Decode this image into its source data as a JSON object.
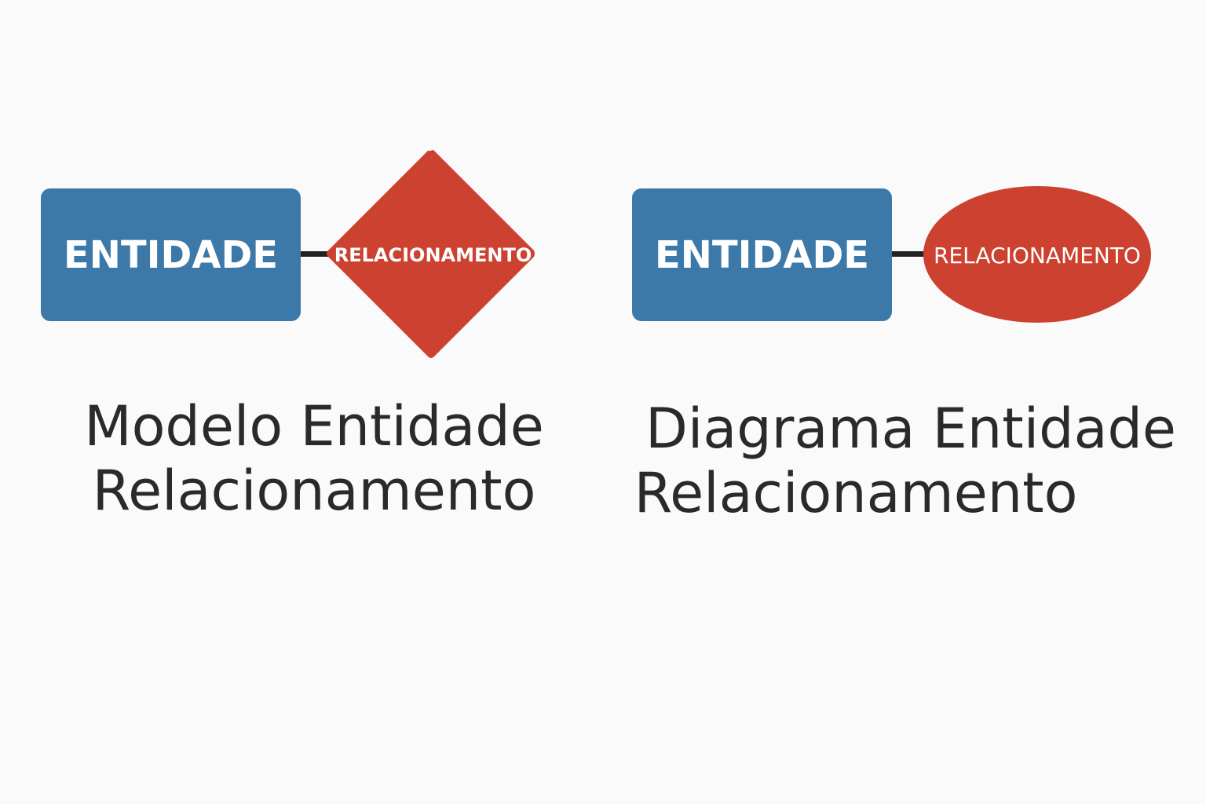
{
  "left": {
    "entity_label": "ENTIDADE",
    "relationship_label": "RELACIONAMENTO",
    "relationship_shape": "diamond",
    "title_line1": "Modelo Entidade",
    "title_line2": "Relacionamento"
  },
  "right": {
    "entity_label": "ENTIDADE",
    "relationship_label": "RELACIONAMENTO",
    "relationship_shape": "ellipse",
    "title_line1": "Diagrama Entidade",
    "title_line2": "Relacionamento"
  },
  "colors": {
    "entity": "#3d79a8",
    "relationship": "#cc4130",
    "connector": "#222222",
    "text": "#2a2a2a"
  }
}
